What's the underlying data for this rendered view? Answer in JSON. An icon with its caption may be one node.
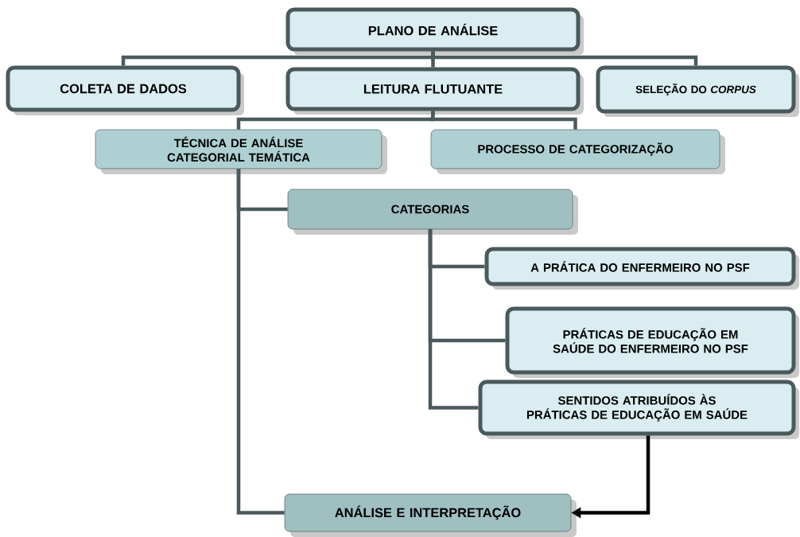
{
  "diagram": {
    "nodes": [
      {
        "text": [
          "PLANO DE ANÁLISE"
        ]
      },
      {
        "text": [
          "COLETA DE DADOS"
        ]
      },
      {
        "text": [
          "LEITURA FLUTUANTE"
        ]
      },
      {
        "text": [
          "SELEÇÃO DO *CORPUS*"
        ]
      },
      {
        "text": [
          "TÉCNICA DE ANÁLISE CATEGORIAL TEMÁTICA"
        ]
      },
      {
        "text": [
          "PROCESSO DE CATEGORIZAÇÃO"
        ]
      },
      {
        "text": [
          "CATEGORIAS"
        ]
      },
      {
        "text": [
          "A PRÁTICA DO ENFERMEIRO NO PSF"
        ]
      },
      {
        "text": [
          "PRÁTICAS DE EDUCAÇÃO EM SAÚDE DO ENFERMEIRO NO PSF"
        ]
      },
      {
        "text": [
          "SENTIDOS ATRIBUÍDOS ÀS PRÁTICAS DE EDUCAÇÃO EM SAÚDE"
        ]
      },
      {
        "text": [
          "ANÁLISE E INTERPRETAÇÃO"
        ]
      }
    ],
    "edges": [
      {
        "from": 0,
        "to": 1,
        "arrow": "none"
      },
      {
        "from": 0,
        "to": 2,
        "arrow": "none"
      },
      {
        "from": 0,
        "to": 3,
        "arrow": "none"
      },
      {
        "from": 2,
        "to": 4,
        "arrow": "none"
      },
      {
        "from": 2,
        "to": 5,
        "arrow": "none"
      },
      {
        "from": 4,
        "to": 6,
        "arrow": "none"
      },
      {
        "from": 4,
        "to": 10,
        "arrow": "none"
      },
      {
        "from": 6,
        "to": 7,
        "arrow": "none"
      },
      {
        "from": 6,
        "to": 8,
        "arrow": "none"
      },
      {
        "from": 6,
        "to": 9,
        "arrow": "none"
      },
      {
        "from": 9,
        "to": 10,
        "arrow": "to",
        "color": "#000000"
      }
    ]
  }
}
